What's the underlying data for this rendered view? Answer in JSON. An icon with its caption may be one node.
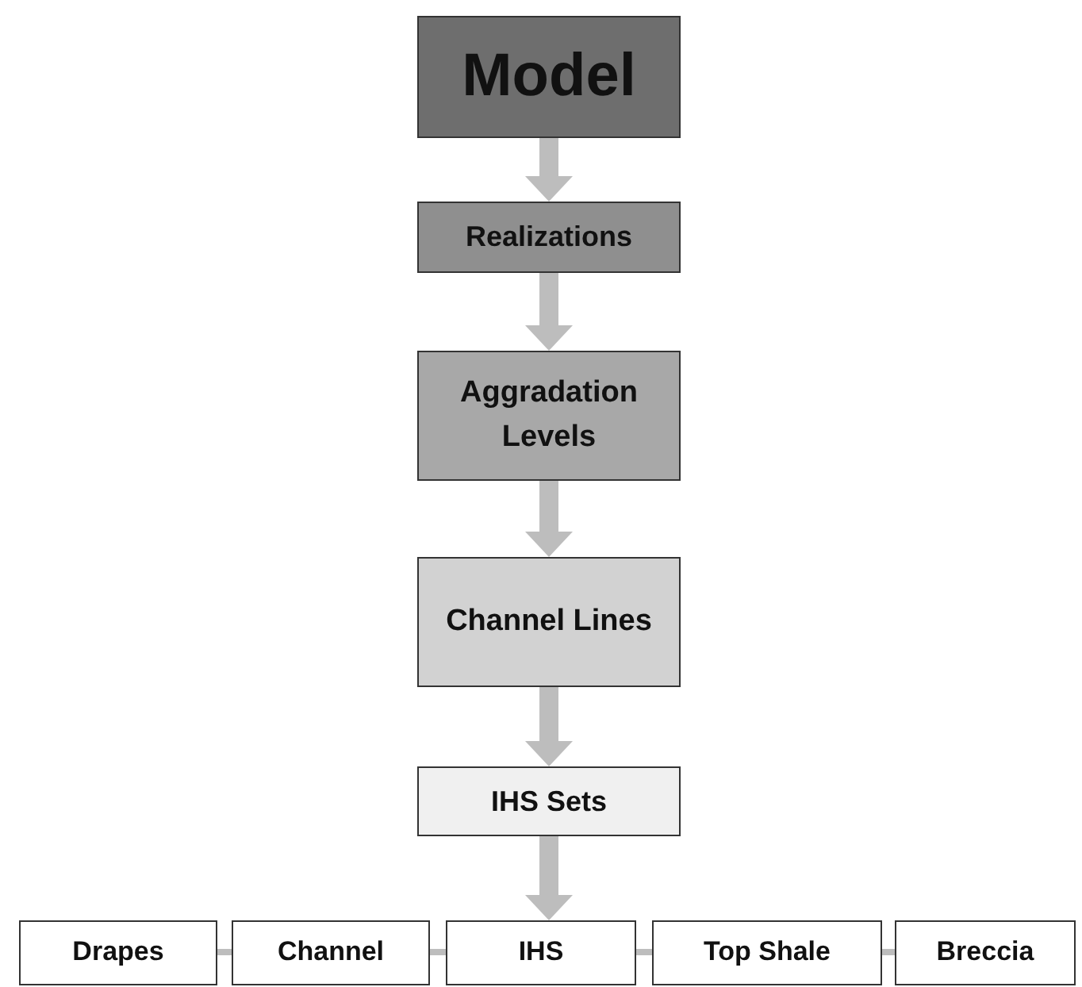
{
  "diagram": {
    "nodes": [
      {
        "text": [
          "Model"
        ]
      },
      {
        "text": [
          "Realizations"
        ]
      },
      {
        "text": [
          "Aggradation Levels"
        ]
      },
      {
        "text": [
          "Channel Lines"
        ]
      },
      {
        "text": [
          "IHS Sets"
        ]
      },
      {
        "text": [
          "Drapes"
        ]
      },
      {
        "text": [
          "Channel"
        ]
      },
      {
        "text": [
          "IHS"
        ]
      },
      {
        "text": [
          "Top Shale"
        ]
      },
      {
        "text": [
          "Breccia"
        ]
      }
    ],
    "edges": [
      {
        "from": 0,
        "to": 1,
        "arrow": "to"
      },
      {
        "from": 1,
        "to": 2,
        "arrow": "to"
      },
      {
        "from": 2,
        "to": 3,
        "arrow": "to"
      },
      {
        "from": 3,
        "to": 4,
        "arrow": "to"
      },
      {
        "from": 4,
        "to": 7,
        "arrow": "to"
      },
      {
        "from": 5,
        "to": 6,
        "arrow": "none"
      },
      {
        "from": 6,
        "to": 7,
        "arrow": "none"
      },
      {
        "from": 7,
        "to": 8,
        "arrow": "none"
      },
      {
        "from": 8,
        "to": 9,
        "arrow": "none"
      }
    ]
  }
}
